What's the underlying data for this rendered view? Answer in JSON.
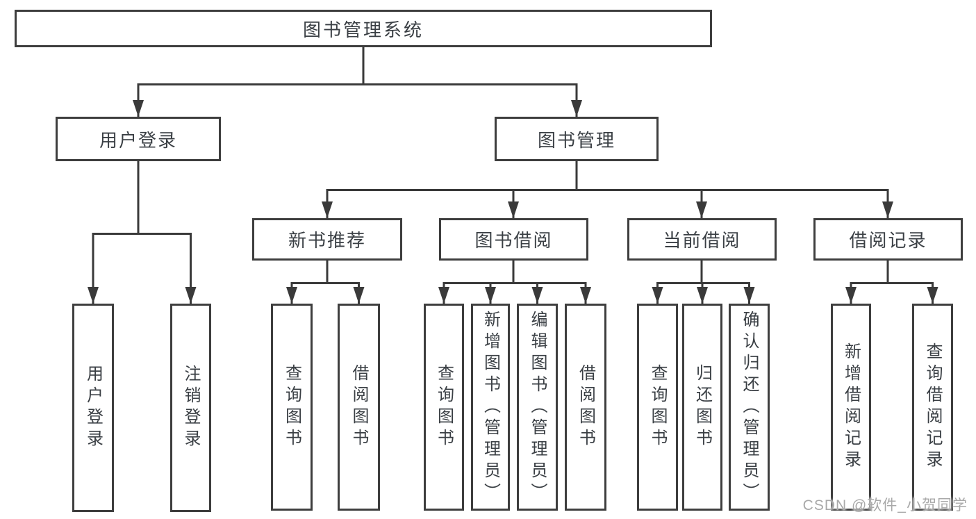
{
  "title": "图书管理系统",
  "nodes": {
    "root": "图书管理系统",
    "user_login": "用户登录",
    "book_mgmt": "图书管理",
    "new_book_rec": "新书推荐",
    "book_borrow": "图书借阅",
    "current_borrow": "当前借阅",
    "borrow_record": "借阅记录",
    "leaf_user_login": "用户登录",
    "leaf_logout": "注销登录",
    "leaf_query_book_1": "查询图书",
    "leaf_borrow_book_1": "借阅图书",
    "leaf_query_book_2": "查询图书",
    "leaf_add_book": "新增图书（管理员）",
    "leaf_edit_book": "编辑图书（管理员）",
    "leaf_borrow_book_2": "借阅图书",
    "leaf_query_book_3": "查询图书",
    "leaf_return_book": "归还图书",
    "leaf_confirm_return": "确认归还（管理员）",
    "leaf_add_record": "新增借阅记录",
    "leaf_query_record": "查询借阅记录"
  },
  "watermark": "CSDN @软件_小贺同学",
  "colors": {
    "line": "#3a3a3a",
    "border": "#3e3e3e",
    "text": "#3a3f44",
    "watermark": "#a9a9a9",
    "background": "#ffffff"
  }
}
